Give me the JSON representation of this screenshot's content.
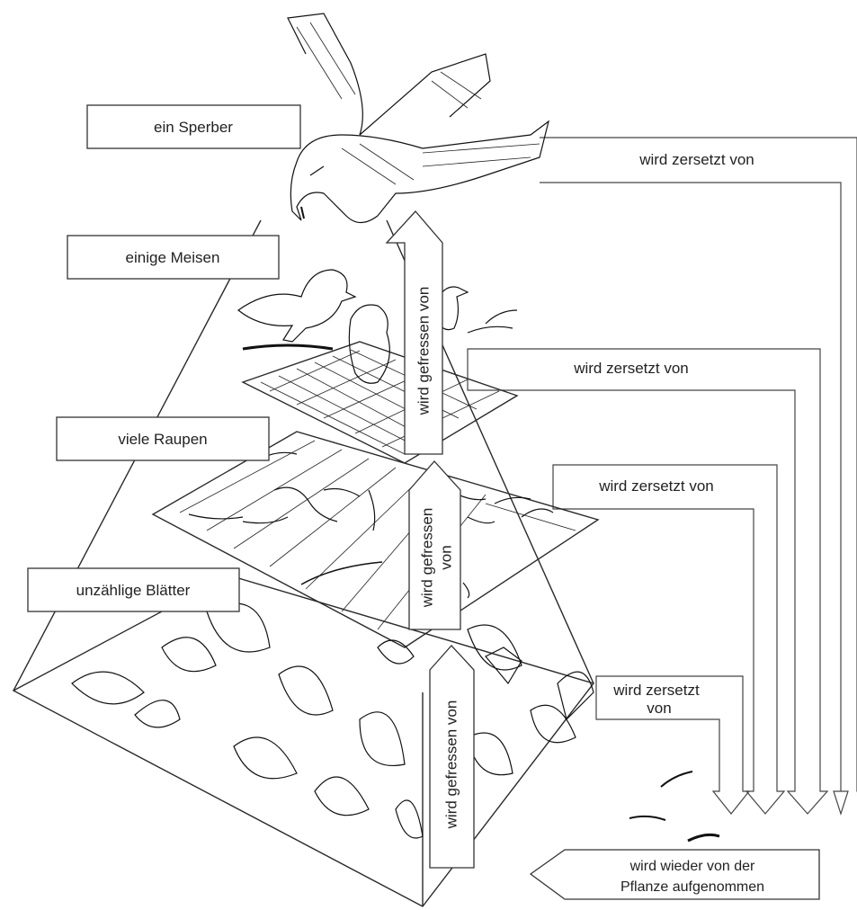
{
  "levels": {
    "top_label": "ein Sperber",
    "second_label": "einige Meisen",
    "third_label": "viele Raupen",
    "base_label": "unzählige Blätter"
  },
  "arrows": {
    "eaten_by_1": "wird gefressen von",
    "eaten_by_2_line1": "wird gefressen",
    "eaten_by_2_line2": "von",
    "eaten_by_3": "wird gefressen von"
  },
  "decomposition": {
    "decomposed_by_1": "wird zersetzt von",
    "decomposed_by_2": "wird zersetzt von",
    "decomposed_by_3": "wird zersetzt von",
    "decomposed_by_4_line1": "wird zersetzt",
    "decomposed_by_4_line2": "von"
  },
  "return": {
    "line1": "wird wieder von der",
    "line2": "Pflanze aufgenommen"
  }
}
